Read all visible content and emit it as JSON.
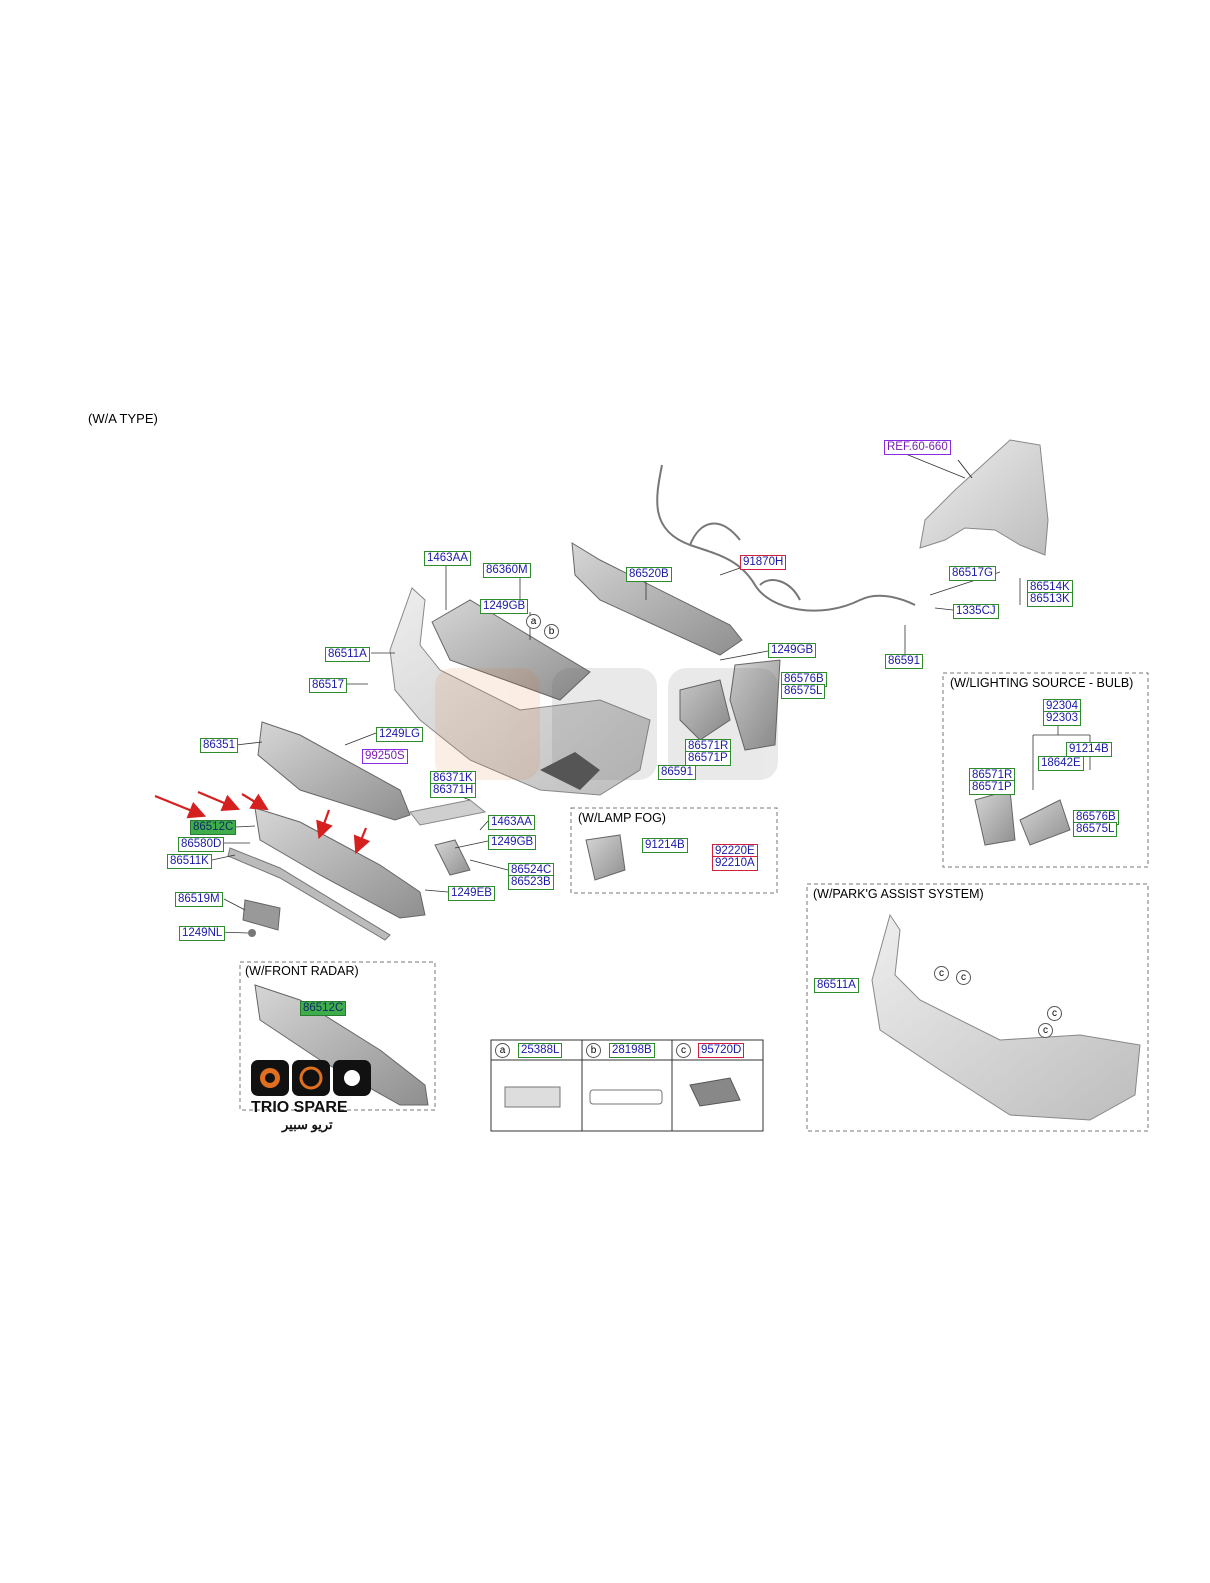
{
  "header": {
    "type_label": "(W/A TYPE)"
  },
  "main_labels": {
    "ref_60_660": "REF.60-660",
    "p1463AA_top": "1463AA",
    "p86360M": "86360M",
    "p1249GB_top": "1249GB",
    "p86520B": "86520B",
    "p91870H": "91870H",
    "p86517G": "86517G",
    "p86514K": "86514K",
    "p86513K": "86513K",
    "p1335CJ": "1335CJ",
    "p86591_right": "86591",
    "p86511A": "86511A",
    "p86517": "86517",
    "p1249GB_mid": "1249GB",
    "p86576B": "86576B",
    "p86575L": "86575L",
    "p86351": "86351",
    "p1249LG": "1249LG",
    "p99250S": "99250S",
    "p86571R": "86571R",
    "p86571P": "86571P",
    "p86591_mid": "86591",
    "p86371K": "86371K",
    "p86371H": "86371H",
    "p86512C": "86512C",
    "p86580D": "86580D",
    "p86511K": "86511K",
    "p1463AA_low": "1463AA",
    "p1249GB_low": "1249GB",
    "p86524C": "86524C",
    "p86523B": "86523B",
    "p1249EB": "1249EB",
    "p86519M": "86519M",
    "p1249NL": "1249NL"
  },
  "fog_box": {
    "title": "(W/LAMP FOG)",
    "p91214B": "91214B",
    "p92220E": "92220E",
    "p92210A": "92210A"
  },
  "bulb_box": {
    "title": "(W/LIGHTING SOURCE - BULB)",
    "p92304": "92304",
    "p92303": "92303",
    "p91214B": "91214B",
    "p18642E": "18642E",
    "p86571R": "86571R",
    "p86571P": "86571P",
    "p86576B": "86576B",
    "p86575L": "86575L"
  },
  "radar_box": {
    "title": "(W/FRONT RADAR)",
    "p86512C": "86512C"
  },
  "park_box": {
    "title": "(W/PARK'G ASSIST SYSTEM)",
    "p86511A": "86511A"
  },
  "legend_table": {
    "cells": [
      {
        "letter": "a",
        "part": "25388L"
      },
      {
        "letter": "b",
        "part": "28198B"
      },
      {
        "letter": "c",
        "part": "95720D"
      }
    ]
  },
  "callouts": {
    "a": "a",
    "b": "b",
    "c": "c"
  },
  "logo": {
    "brand": "TRIO SPARE",
    "arabic": "تريو سبير"
  },
  "colors": {
    "label_border": "#2e8b2e",
    "label_text": "#1a1aa8",
    "highlight": "#3fae4a",
    "arrow": "#d62020"
  }
}
